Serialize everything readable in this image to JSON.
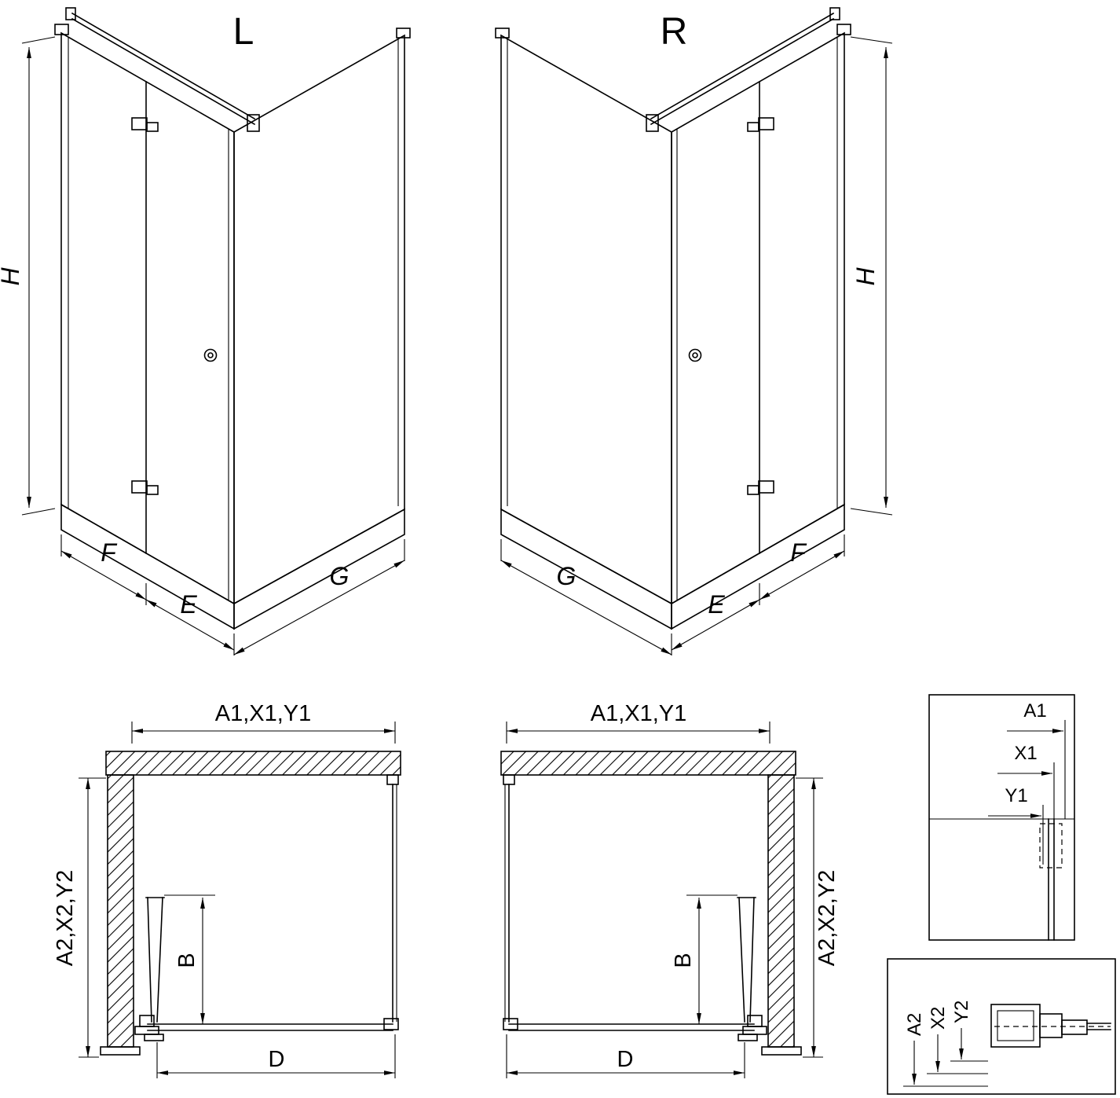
{
  "canvas": {
    "background": "#ffffff",
    "line_color": "#000000"
  },
  "isometric_left": {
    "variant_label": "L",
    "height_label": "H",
    "front_width_label": "F",
    "door_width_label": "E",
    "side_width_label": "G"
  },
  "isometric_right": {
    "variant_label": "R",
    "height_label": "H",
    "front_width_label": "F",
    "door_width_label": "E",
    "side_width_label": "G"
  },
  "plan_left": {
    "top_dimension_label": "A1,X1,Y1",
    "side_dimension_label": "A2,X2,Y2",
    "door_clearance_label": "B",
    "width_dimension_label": "D"
  },
  "plan_right": {
    "top_dimension_label": "A1,X1,Y1",
    "side_dimension_label": "A2,X2,Y2",
    "door_clearance_label": "B",
    "width_dimension_label": "D"
  },
  "detail_top": {
    "labels": [
      "A1",
      "X1",
      "Y1"
    ]
  },
  "detail_bottom": {
    "labels": [
      "A2",
      "X2",
      "Y2"
    ]
  }
}
